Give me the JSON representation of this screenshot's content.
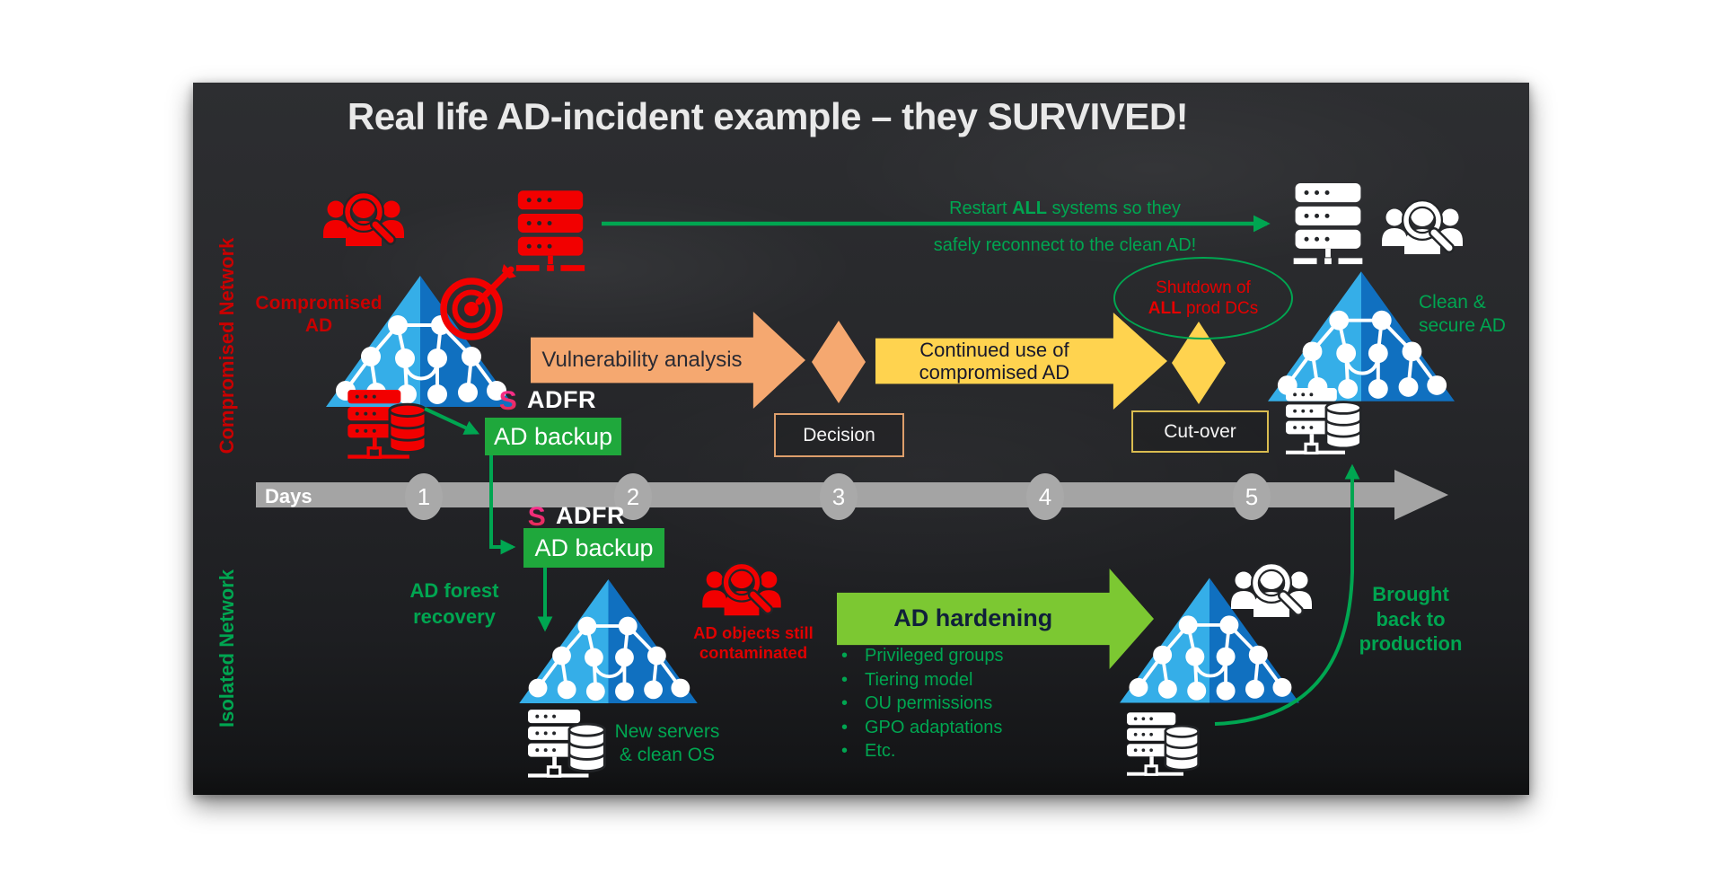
{
  "slide": {
    "title": "Real life AD-incident example – they SURVIVED!",
    "left_labels": {
      "compromised_network": "Compromised Network",
      "isolated_network": "Isolated Network"
    },
    "top_flow": {
      "compromised_ad": {
        "line1": "Compromised",
        "line2": "AD"
      },
      "restart_note": {
        "pre": "Restart ",
        "bold": "ALL",
        "post": " systems so they",
        "line2": "safely reconnect to the clean AD!"
      },
      "clean_secure": {
        "line1": "Clean &",
        "line2": "secure AD"
      },
      "vulnerability_arrow_label": "Vulnerability analysis",
      "decision_box_label": "Decision",
      "continued_arrow": {
        "line1": "Continued use of",
        "line2": "compromised AD"
      },
      "cutover_box_label": "Cut-over",
      "shutdown_ellipse": {
        "line1": "Shutdown of",
        "line2_bold": "ALL",
        "line2_rest": " prod DCs"
      }
    },
    "backup1": {
      "logo_letter": "S",
      "product": "ADFR",
      "label": "AD backup"
    },
    "backup2": {
      "logo_letter": "S",
      "product": "ADFR",
      "label": "AD backup"
    },
    "timeline": {
      "label": "Days",
      "days": [
        "1",
        "2",
        "3",
        "4",
        "5"
      ]
    },
    "bottom_flow": {
      "forest_recovery": {
        "line1": "AD forest",
        "line2": "recovery"
      },
      "new_servers": {
        "line1": "New servers",
        "line2": "& clean OS"
      },
      "contaminated": {
        "line1": "AD objects still",
        "line2": "contaminated"
      },
      "hardening_arrow_label": "AD hardening",
      "hardening_bullets": [
        {
          "bullet": "•",
          "text": "Privileged groups"
        },
        {
          "bullet": "•",
          "text": "Tiering model"
        },
        {
          "bullet": "•",
          "text": "OU permissions"
        },
        {
          "bullet": "•",
          "text": "GPO adaptations"
        },
        {
          "bullet": "•",
          "text": "Etc."
        }
      ],
      "brought_back": {
        "line1": "Brought",
        "line2": "back to",
        "line3": "production"
      }
    },
    "colors": {
      "slide_background": "#232528",
      "title_text": "#e9e9e9",
      "red_icon": "#f20000",
      "red_text": "#c90000",
      "green_accent": "#00a651",
      "green_backup_box": "#1fa83c",
      "green_hardening_arrow": "#7cc832",
      "orange_arrow": "#f5a870",
      "yellow_arrow": "#ffd34f",
      "timeline_gray": "#a4a4a4",
      "pyramid_light_blue": "#35aee8",
      "pyramid_dark_blue": "#1070c0",
      "semperis_pink": "#ff2e9a",
      "semperis_red": "#de2b47"
    }
  }
}
